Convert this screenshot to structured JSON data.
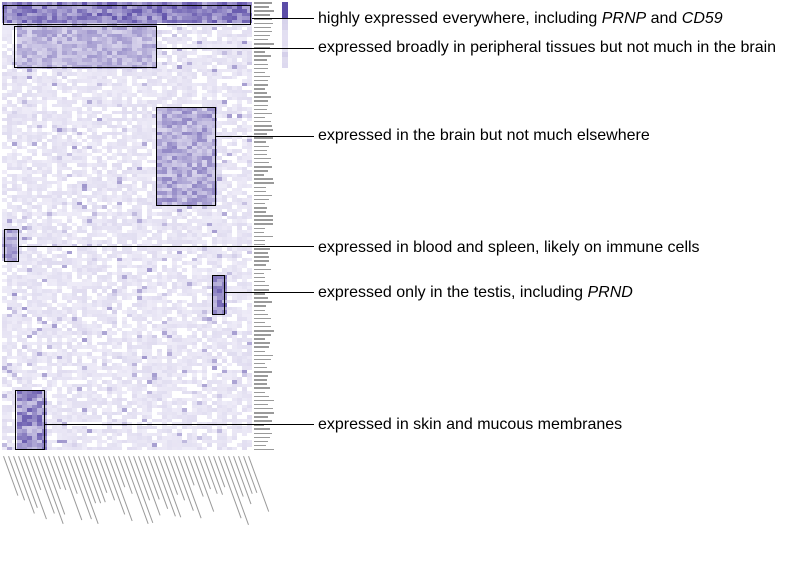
{
  "annotations": [
    {
      "pre": "highly expressed everywhere, including ",
      "gene1": "PRNP",
      "mid": " and ",
      "gene2": "CD59",
      "post": ""
    },
    {
      "pre": "expressed broadly in peripheral tissues but not much in the brain",
      "gene1": "",
      "mid": "",
      "gene2": "",
      "post": ""
    },
    {
      "pre": "expressed in the brain but not much elsewhere",
      "gene1": "",
      "mid": "",
      "gene2": "",
      "post": ""
    },
    {
      "pre": "expressed in blood and spleen, likely on immune cells",
      "gene1": "",
      "mid": "",
      "gene2": "",
      "post": ""
    },
    {
      "pre": "expressed only in the testis, including ",
      "gene1": "PRND",
      "mid": "",
      "gene2": "",
      "post": ""
    },
    {
      "pre": "expressed in skin and mucous membranes",
      "gene1": "",
      "mid": "",
      "gene2": "",
      "post": ""
    }
  ],
  "colors": {
    "heat_low": "#f4f2fb",
    "heat_high": "#4a3a9e",
    "accent": "#6a5acd"
  }
}
